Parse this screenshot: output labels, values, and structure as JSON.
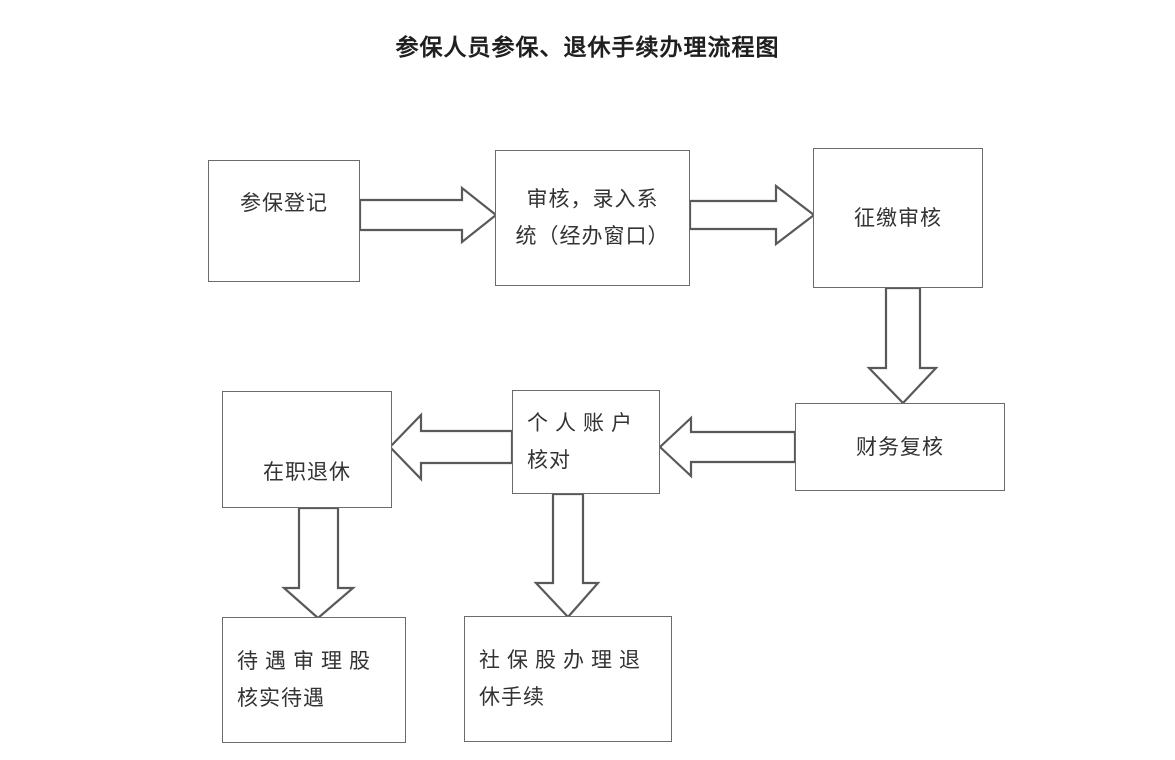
{
  "document": {
    "title": "参保人员参保、退休手续办理流程图",
    "type": "flowchart",
    "language": "zh-CN"
  },
  "theme": {
    "background": "#ffffff",
    "box_border": "#6b6b6b",
    "box_fill": "#ffffff",
    "arrow_stroke": "#595959",
    "arrow_fill": "#ffffff",
    "text": "#333333",
    "title_text": "#1f1f1f"
  },
  "nodes": {
    "register": {
      "id": "register",
      "lines": [
        "参保登记"
      ]
    },
    "review": {
      "id": "review",
      "lines": [
        "审核，录入系",
        "统（经办窗口）"
      ]
    },
    "levy": {
      "id": "levy",
      "lines": [
        "征缴审核"
      ]
    },
    "finance": {
      "id": "finance",
      "lines": [
        "财务复核"
      ]
    },
    "account": {
      "id": "account",
      "lines": [
        "个人账户",
        "核对"
      ]
    },
    "retire": {
      "id": "retire",
      "lines": [
        "在职退休"
      ]
    },
    "benefit": {
      "id": "benefit",
      "lines": [
        "待遇审理股",
        "核实待遇"
      ]
    },
    "social": {
      "id": "social",
      "lines": [
        "社保股办理退",
        "休手续"
      ]
    }
  },
  "edges": [
    {
      "id": "e1",
      "from": "register",
      "to": "review",
      "direction": "right",
      "style": "block-arrow"
    },
    {
      "id": "e2",
      "from": "review",
      "to": "levy",
      "direction": "right",
      "style": "block-arrow"
    },
    {
      "id": "e3",
      "from": "levy",
      "to": "finance",
      "direction": "down",
      "style": "block-arrow"
    },
    {
      "id": "e4",
      "from": "finance",
      "to": "account",
      "direction": "left",
      "style": "block-arrow"
    },
    {
      "id": "e5",
      "from": "account",
      "to": "retire",
      "direction": "left",
      "style": "block-arrow"
    },
    {
      "id": "e6",
      "from": "retire",
      "to": "benefit",
      "direction": "down",
      "style": "block-arrow"
    },
    {
      "id": "e7",
      "from": "account",
      "to": "social",
      "direction": "down",
      "style": "block-arrow"
    }
  ]
}
